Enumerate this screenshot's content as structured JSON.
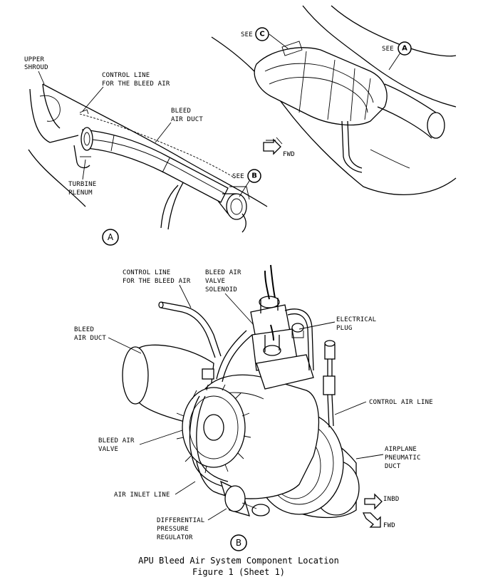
{
  "view_a": {
    "upper_shroud": [
      "UPPER",
      "SHROUD"
    ],
    "control_line": [
      "CONTROL LINE",
      "FOR THE BLEED AIR"
    ],
    "bleed_air_duct": [
      "BLEED",
      "AIR DUCT"
    ],
    "turbine_plenum": [
      "TURBINE",
      "PLENUM"
    ],
    "see_b": "SEE",
    "see_b_ref": "B",
    "fwd": "FWD",
    "marker": "A"
  },
  "view_top_right": {
    "see_c": "SEE",
    "see_c_ref": "C",
    "see_a": "SEE",
    "see_a_ref": "A"
  },
  "view_b": {
    "control_line": [
      "CONTROL LINE",
      "FOR THE BLEED AIR"
    ],
    "solenoid": [
      "BLEED AIR",
      "VALVE",
      "SOLENOID"
    ],
    "electrical_plug": [
      "ELECTRICAL",
      "PLUG"
    ],
    "bleed_air_duct": [
      "BLEED",
      "AIR DUCT"
    ],
    "control_air_line": "CONTROL AIR LINE",
    "bleed_air_valve": [
      "BLEED AIR",
      "VALVE"
    ],
    "pneumatic_duct": [
      "AIRPLANE",
      "PNEUMATIC",
      "DUCT"
    ],
    "air_inlet_line": "AIR INLET LINE",
    "inbd": "INBD",
    "fwd": "FWD",
    "diff_regulator": [
      "DIFFERENTIAL",
      "PRESSURE",
      "REGULATOR"
    ],
    "marker": "B"
  },
  "caption": {
    "title": "APU Bleed Air System Component Location",
    "figure": "Figure 1 (Sheet 1)"
  }
}
